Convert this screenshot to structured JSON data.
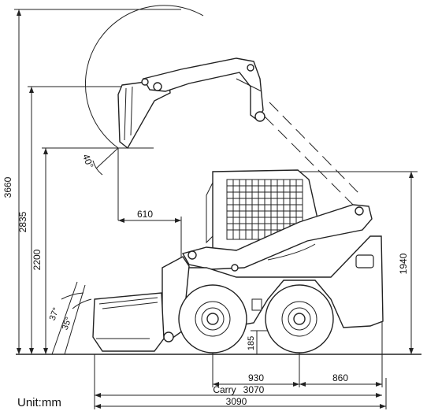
{
  "unit_label": "Unit:mm",
  "dimensions": {
    "overall_height": "3660",
    "hinge_pin_height": "2835",
    "dump_height": "2200",
    "dump_reach": "610",
    "vehicle_height": "1940",
    "ground_clearance": "185",
    "wheelbase": "930",
    "rear_overhang": "860",
    "carry_length_label": "Carry",
    "carry_length": "3070",
    "overall_length": "3090",
    "dump_angle": "40°",
    "rollback_angle_1": "37°",
    "rollback_angle_2": "35°"
  }
}
